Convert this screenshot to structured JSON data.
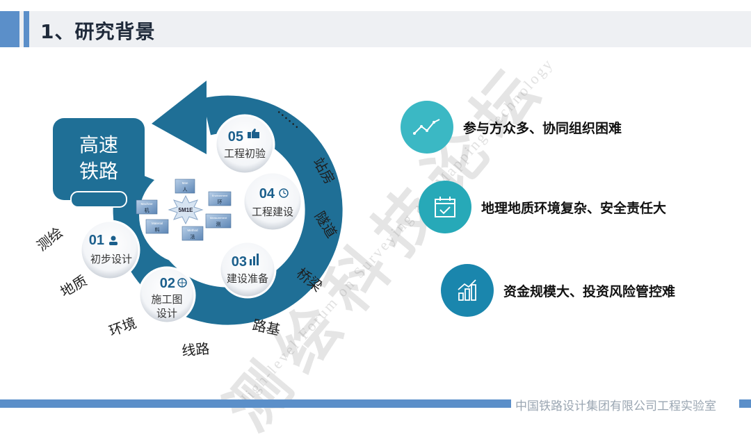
{
  "header": {
    "title": "1、研究背景"
  },
  "diagram": {
    "center_badge": {
      "line1": "高速",
      "line2": "铁路"
    },
    "core_label": "5M1E",
    "cubes": [
      {
        "en": "Man",
        "cn": "人"
      },
      {
        "en": "Machine",
        "cn": "机"
      },
      {
        "en": "Environment",
        "cn": "环"
      },
      {
        "en": "Material",
        "cn": "料"
      },
      {
        "en": "Measurement",
        "cn": "测"
      },
      {
        "en": "Method",
        "cn": "法"
      }
    ],
    "nodes": [
      {
        "num": "01",
        "label1": "初步设计",
        "label2": ""
      },
      {
        "num": "02",
        "label1": "施工图",
        "label2": "设计"
      },
      {
        "num": "03",
        "label1": "建设准备",
        "label2": ""
      },
      {
        "num": "04",
        "label1": "工程建设",
        "label2": ""
      },
      {
        "num": "05",
        "label1": "工程初验",
        "label2": ""
      }
    ],
    "outer_labels": {
      "survey": "测绘",
      "geology": "地质",
      "environment": "环境",
      "route": "线路",
      "subgrade": "路基",
      "bridge": "桥梁",
      "tunnel": "隧道",
      "station": "站房",
      "more": "……"
    }
  },
  "points": [
    {
      "text": "参与方众多、协同组织困难",
      "icon": "trend-line-icon",
      "color": "#3bb8c4"
    },
    {
      "text": "地理地质环境复杂、安全责任大",
      "icon": "calendar-check-icon",
      "color": "#27a9b8"
    },
    {
      "text": "资金规模大、投资风险管控难",
      "icon": "growth-chart-icon",
      "color": "#1a86ad"
    }
  ],
  "footer": {
    "text": "中国铁路设计集团有限公司工程实验室"
  },
  "watermark": {
    "cn": "测绘科技论坛",
    "en": "High-level Forum on Surveying and Mapping Technology"
  },
  "colors": {
    "ring": "#1f6f96",
    "accent": "#5b8fc9"
  }
}
